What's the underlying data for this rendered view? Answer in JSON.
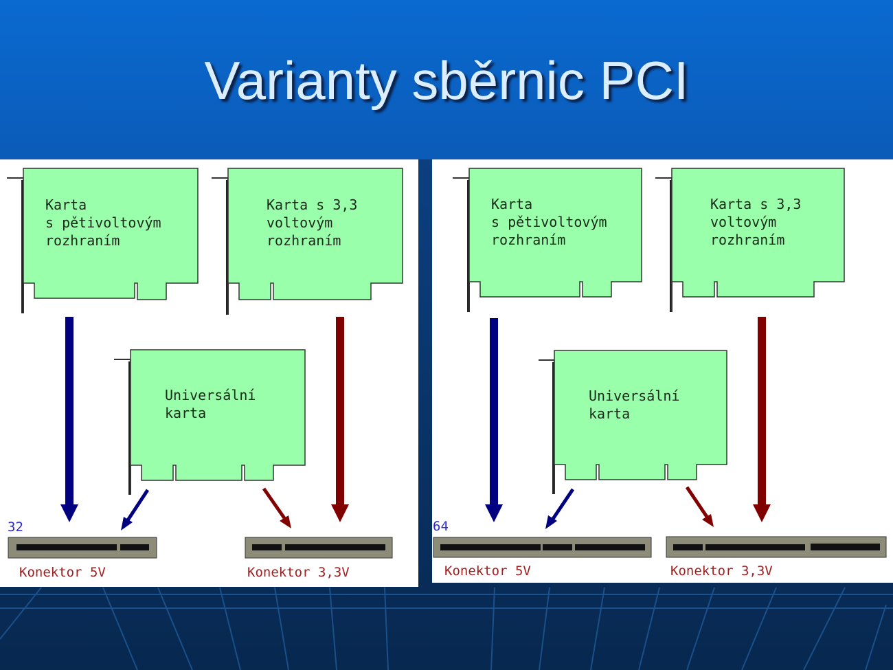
{
  "slide": {
    "title": "Varianty sběrnic PCI"
  },
  "colors": {
    "card_fill": "#99ffaa",
    "card_text": "#1a2a1a",
    "arrow_5v": "#000080",
    "arrow_33v": "#800000",
    "connector_body": "#8c8c78",
    "connector_slot": "#111111",
    "bus_width_text": "#2a2ad0",
    "connector_label": "#a02020"
  },
  "panels": [
    {
      "bus_width": "32",
      "card_5v": [
        "Karta",
        "s pětivoltovým",
        "rozhraním"
      ],
      "card_33v": [
        "Karta s 3,3",
        "voltovým",
        "rozhraním"
      ],
      "card_universal": [
        "Universální",
        "karta"
      ],
      "connector_5v_label": "Konektor 5V",
      "connector_33v_label": "Konektor 3,3V"
    },
    {
      "bus_width": "64",
      "card_5v": [
        "Karta",
        "s pětivoltovým",
        "rozhraním"
      ],
      "card_33v": [
        "Karta s 3,3",
        "voltovým",
        "rozhraním"
      ],
      "card_universal": [
        "Universální",
        "karta"
      ],
      "connector_5v_label": "Konektor 5V",
      "connector_33v_label": "Konektor 3,3V"
    }
  ]
}
